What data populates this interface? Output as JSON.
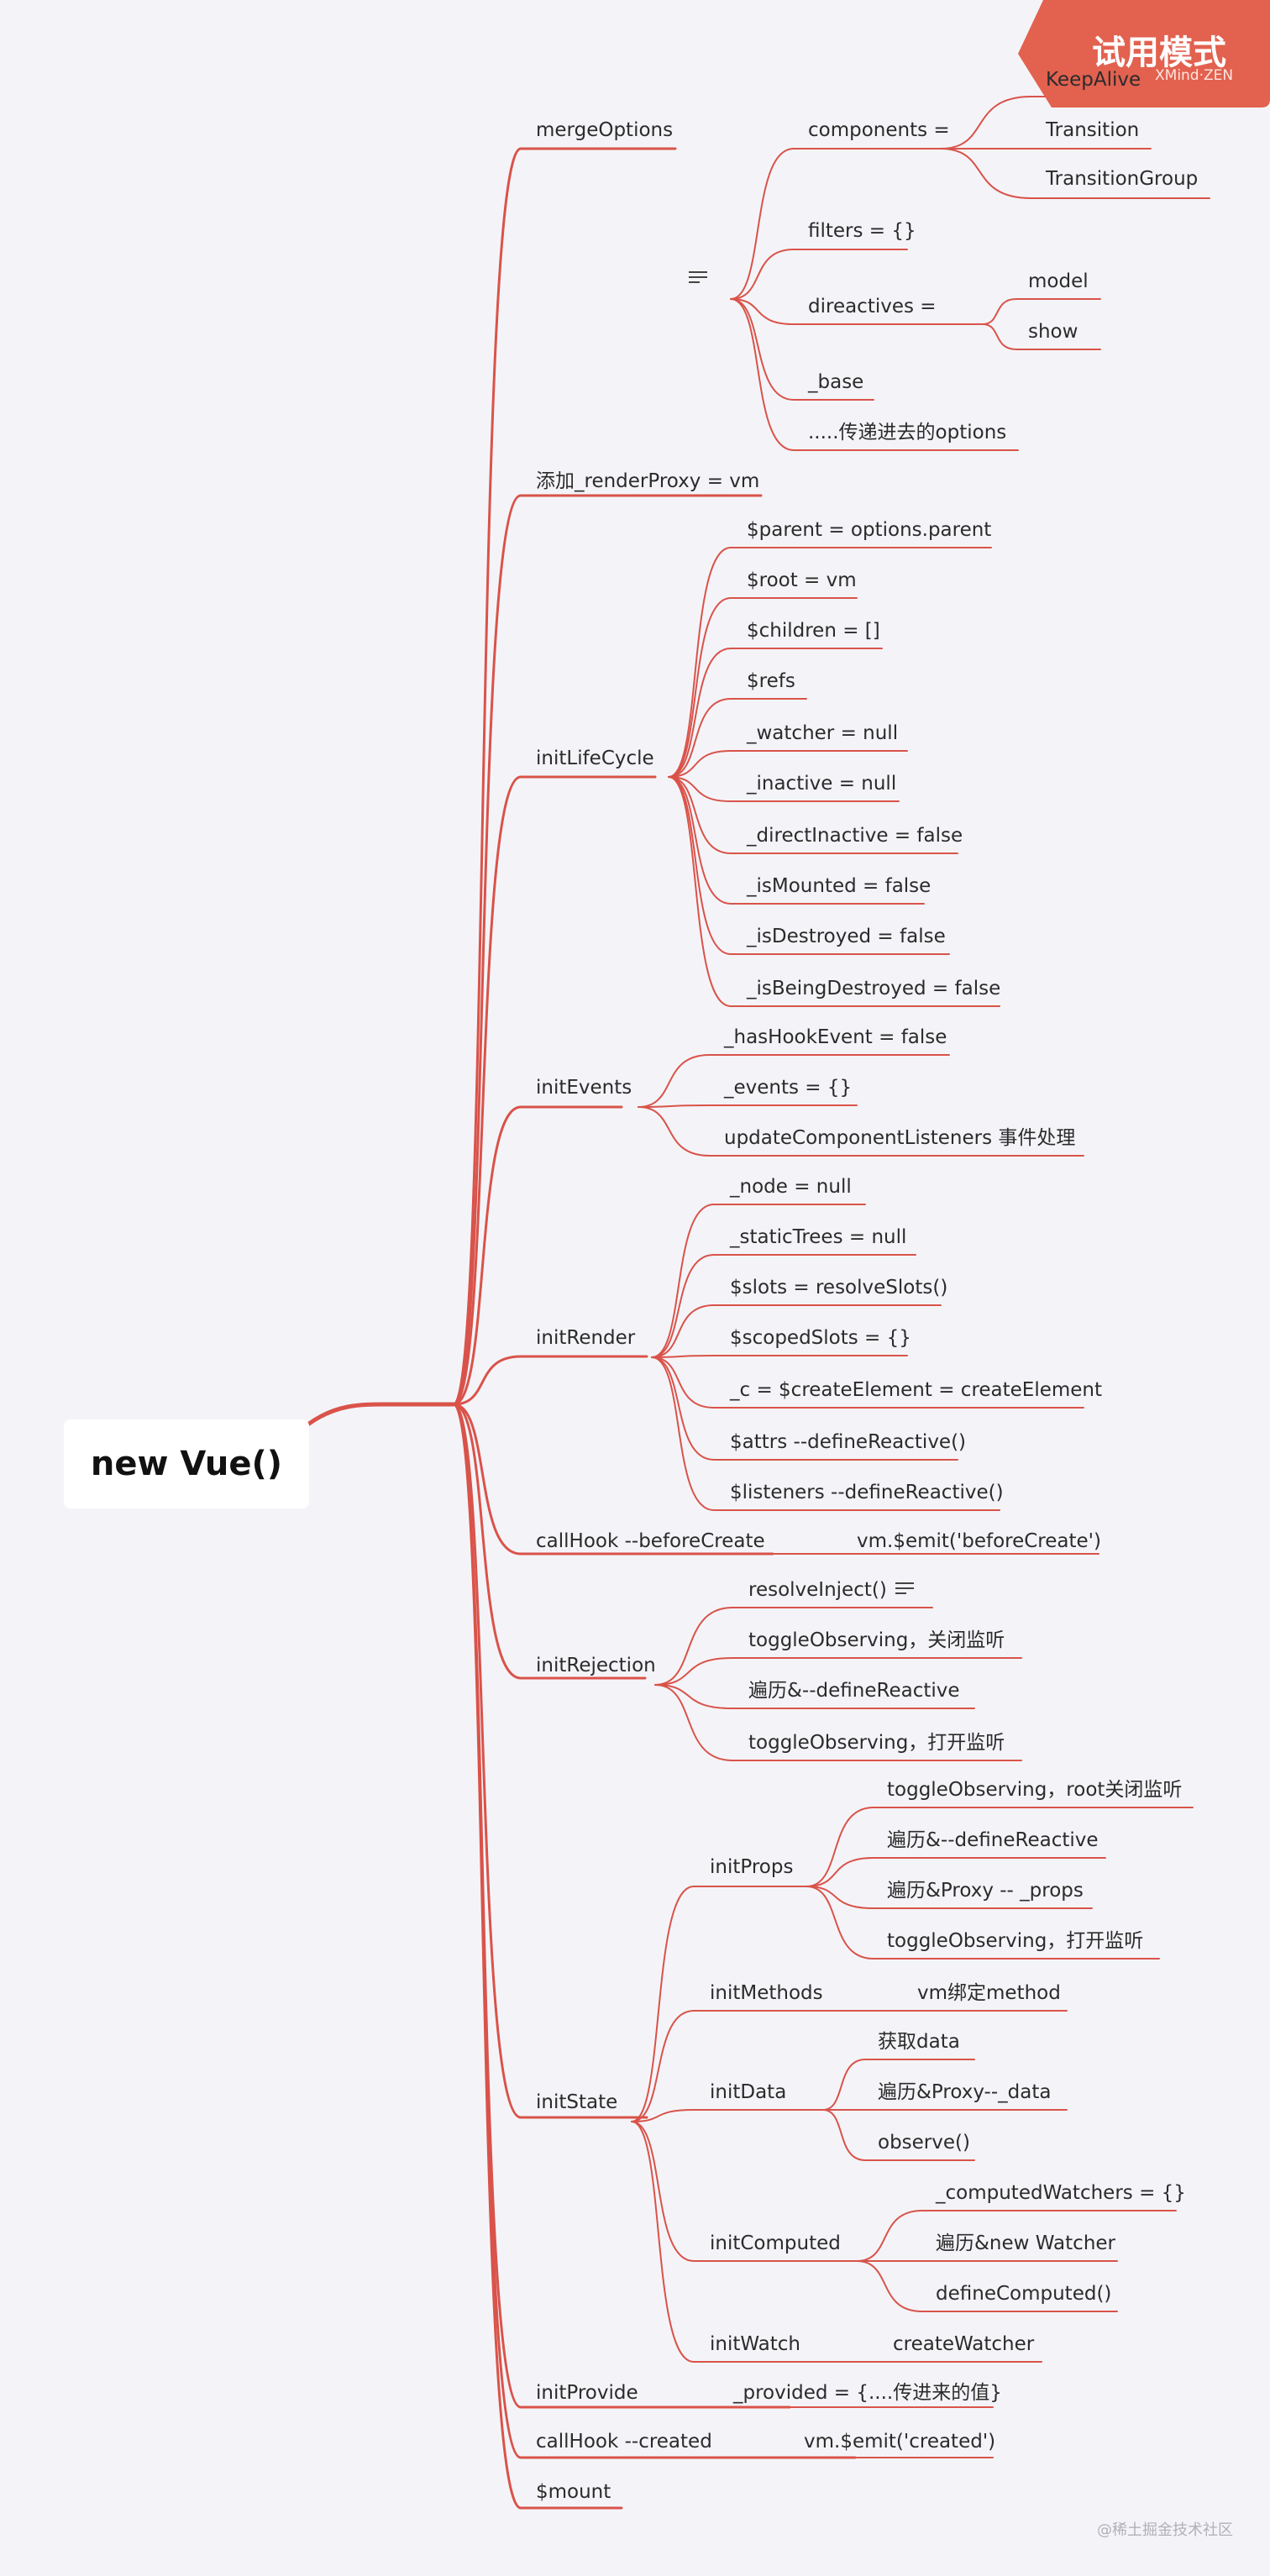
{
  "colors": {
    "line": "#d9534a",
    "badge": "#e2614f",
    "root_bg": "#ffffff"
  },
  "root": {
    "label": "new Vue()"
  },
  "badge": {
    "title": "试用模式",
    "subtitle": "XMind·ZEN"
  },
  "footer": "@稀土掘金技术社区",
  "labels": {
    "mergeOptions": "mergeOptions",
    "components": "components =",
    "keepAlive": "KeepAlive",
    "transition": "Transition",
    "transitionGroup": "TransitionGroup",
    "filters": "filters = {}",
    "direactives": "direactives =",
    "model": "model",
    "show": "show",
    "base": "_base",
    "passedOptions": ".....传递进去的options",
    "renderProxy": "添加_renderProxy = vm",
    "initLifeCycle": "initLifeCycle",
    "parent": "$parent = options.parent",
    "rootVm": "$root = vm",
    "children": "$children = []",
    "refs": "$refs",
    "watcher": "_watcher = null",
    "inactive": "_inactive = null",
    "directInactive": "_directInactive = false",
    "isMounted": "_isMounted = false",
    "isDestroyed": "_isDestroyed = false",
    "isBeingDestroyed": "_isBeingDestroyed = false",
    "initEvents": "initEvents",
    "hasHookEvent": "_hasHookEvent = false",
    "events": "_events = {}",
    "updateListeners": "updateComponentListeners 事件处理",
    "initRender": "initRender",
    "vnode": "_node = null",
    "staticTrees": "_staticTrees = null",
    "slots": "$slots = resolveSlots()",
    "scopedSlots": "$scopedSlots = {}",
    "createElement": "_c = $createElement = createElement",
    "attrs": "$attrs --defineReactive()",
    "listeners": "$listeners --defineReactive()",
    "beforeCreate": "callHook --beforeCreate",
    "emitBeforeCreate": "vm.$emit('beforeCreate')",
    "initRejection": "initRejection",
    "resolveInject": "resolveInject()",
    "toggleOff": "toggleObserving，关闭监听",
    "traverseReactive": "遍历&--defineReactive",
    "toggleOn": "toggleObserving，打开监听",
    "initState": "initState",
    "initProps": "initProps",
    "toggleRootOff": "toggleObserving，root关闭监听",
    "propsReactive": "遍历&--defineReactive",
    "propsProxy": "遍历&Proxy -- _props",
    "propsToggleOn": "toggleObserving，打开监听",
    "initMethods": "initMethods",
    "bindMethod": "vm绑定method",
    "initData": "initData",
    "getData": "获取data",
    "dataProxy": "遍历&Proxy--_data",
    "observe": "observe()",
    "initComputed": "initComputed",
    "computedWatchers": "_computedWatchers = {}",
    "newWatcher": "遍历&new Watcher",
    "defineComputed": "defineComputed()",
    "initWatch": "initWatch",
    "createWatcher": "createWatcher",
    "initProvide": "initProvide",
    "provided": "_provided = {....传进来的值}",
    "created": "callHook --created",
    "emitCreated": "vm.$emit('created')",
    "mount": "$mount"
  }
}
